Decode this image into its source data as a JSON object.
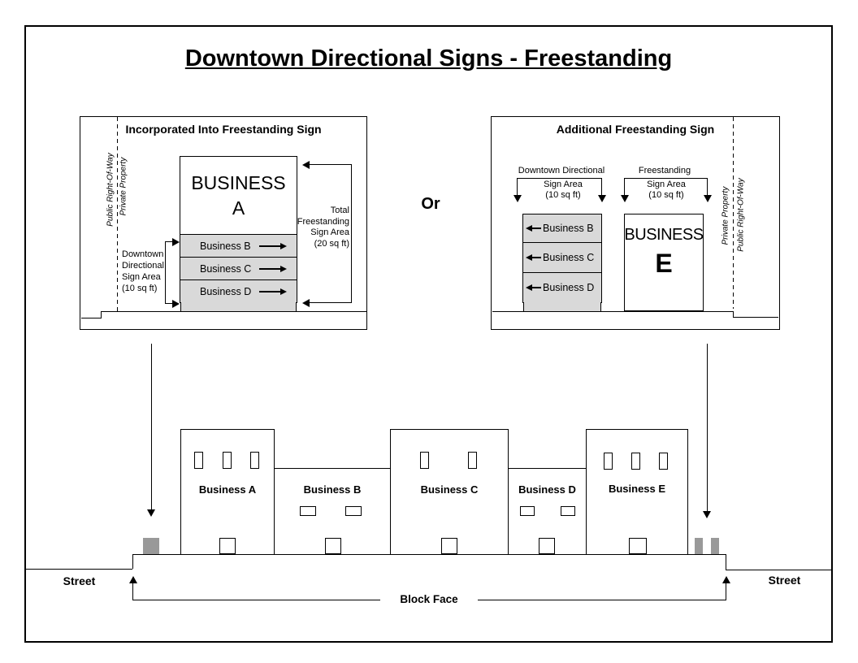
{
  "title": "Downtown Directional Signs - Freestanding",
  "or_label": "Or",
  "left_panel": {
    "title": "Incorporated Into Freestanding Sign",
    "public_right_of_way": "Public Right-Of-Way",
    "private_property": "Private Property",
    "sign": {
      "line1": "BUSINESS",
      "line2": "A",
      "rows": [
        "Business B",
        "Business C",
        "Business D"
      ]
    },
    "directional_area_label": {
      "lines": [
        "Downtown",
        "Directional",
        "Sign Area",
        "(10 sq ft)"
      ]
    },
    "total_area_label": {
      "lines": [
        "Total",
        "Freestanding",
        "Sign Area",
        "(20 sq ft)"
      ]
    }
  },
  "right_panel": {
    "title": "Additional Freestanding Sign",
    "directional_bracket": {
      "title": "Downtown Directional",
      "line2": "Sign Area",
      "line3": "(10 sq ft)"
    },
    "freestanding_bracket": {
      "title": "Freestanding",
      "line2": "Sign Area",
      "line3": "(10 sq ft)"
    },
    "directional_sign_rows": [
      "Business B",
      "Business C",
      "Business D"
    ],
    "freestanding_sign": {
      "line1": "BUSINESS",
      "line2": "E"
    },
    "private_property": "Private Property",
    "public_right_of_way": "Public Right-Of-Way"
  },
  "street_scene": {
    "buildings": [
      {
        "label": "Business A"
      },
      {
        "label": "Business B"
      },
      {
        "label": "Business C"
      },
      {
        "label": "Business D"
      },
      {
        "label": "Business E"
      }
    ],
    "street_left": "Street",
    "street_right": "Street",
    "block_face_label": "Block Face"
  },
  "icons": {
    "arrow_right": "solid right-pointing arrow",
    "arrow_left": "solid left-pointing arrow",
    "arrow_down": "solid down-pointing arrow",
    "arrow_up": "solid up-pointing arrow"
  },
  "colors": {
    "line": "#000000",
    "sign_row_bg": "#d9d9d9",
    "street_sign_fill": "#999999",
    "background": "#ffffff"
  }
}
